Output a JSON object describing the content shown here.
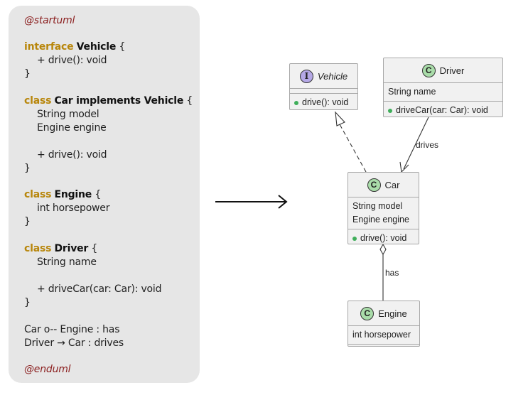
{
  "code": {
    "start": "@startuml",
    "end": "@enduml",
    "vehicle": {
      "kw": "interface",
      "name": "Vehicle",
      "brace": " {",
      "method": "+ drive(): void",
      "close": "}"
    },
    "car": {
      "kw": "class",
      "name": "Car implements Vehicle",
      "brace": " {",
      "field1": "String model",
      "field2": "Engine engine",
      "method": "+ drive(): void",
      "close": "}"
    },
    "engine": {
      "kw": "class",
      "name": "Engine",
      "brace": " {",
      "field1": "int horsepower",
      "close": "}"
    },
    "driver": {
      "kw": "class",
      "name": "Driver",
      "brace": " {",
      "field1": "String name",
      "method": "+ driveCar(car: Car): void",
      "close": "}"
    },
    "rel1": "Car o-- Engine : has",
    "rel2": "Driver → Car : drives"
  },
  "diagram": {
    "vehicle": {
      "badge": "I",
      "title": "Vehicle",
      "method": "drive(): void"
    },
    "driver": {
      "badge": "C",
      "title": "Driver",
      "field": "String name",
      "method": "driveCar(car: Car): void"
    },
    "car": {
      "badge": "C",
      "title": "Car",
      "field1": "String model",
      "field2": "Engine engine",
      "method": "drive(): void"
    },
    "engine": {
      "badge": "C",
      "title": "Engine",
      "field": "int horsepower"
    },
    "edges": {
      "drives": "drives",
      "has": "has"
    }
  },
  "colors": {
    "panel_bg": "#e6e6e6",
    "keyword": "#b8860b",
    "directive": "#8b1f1f",
    "class_badge": "#a9dca9",
    "interface_badge": "#b5a8e6",
    "method_dot": "#3fae5a"
  }
}
